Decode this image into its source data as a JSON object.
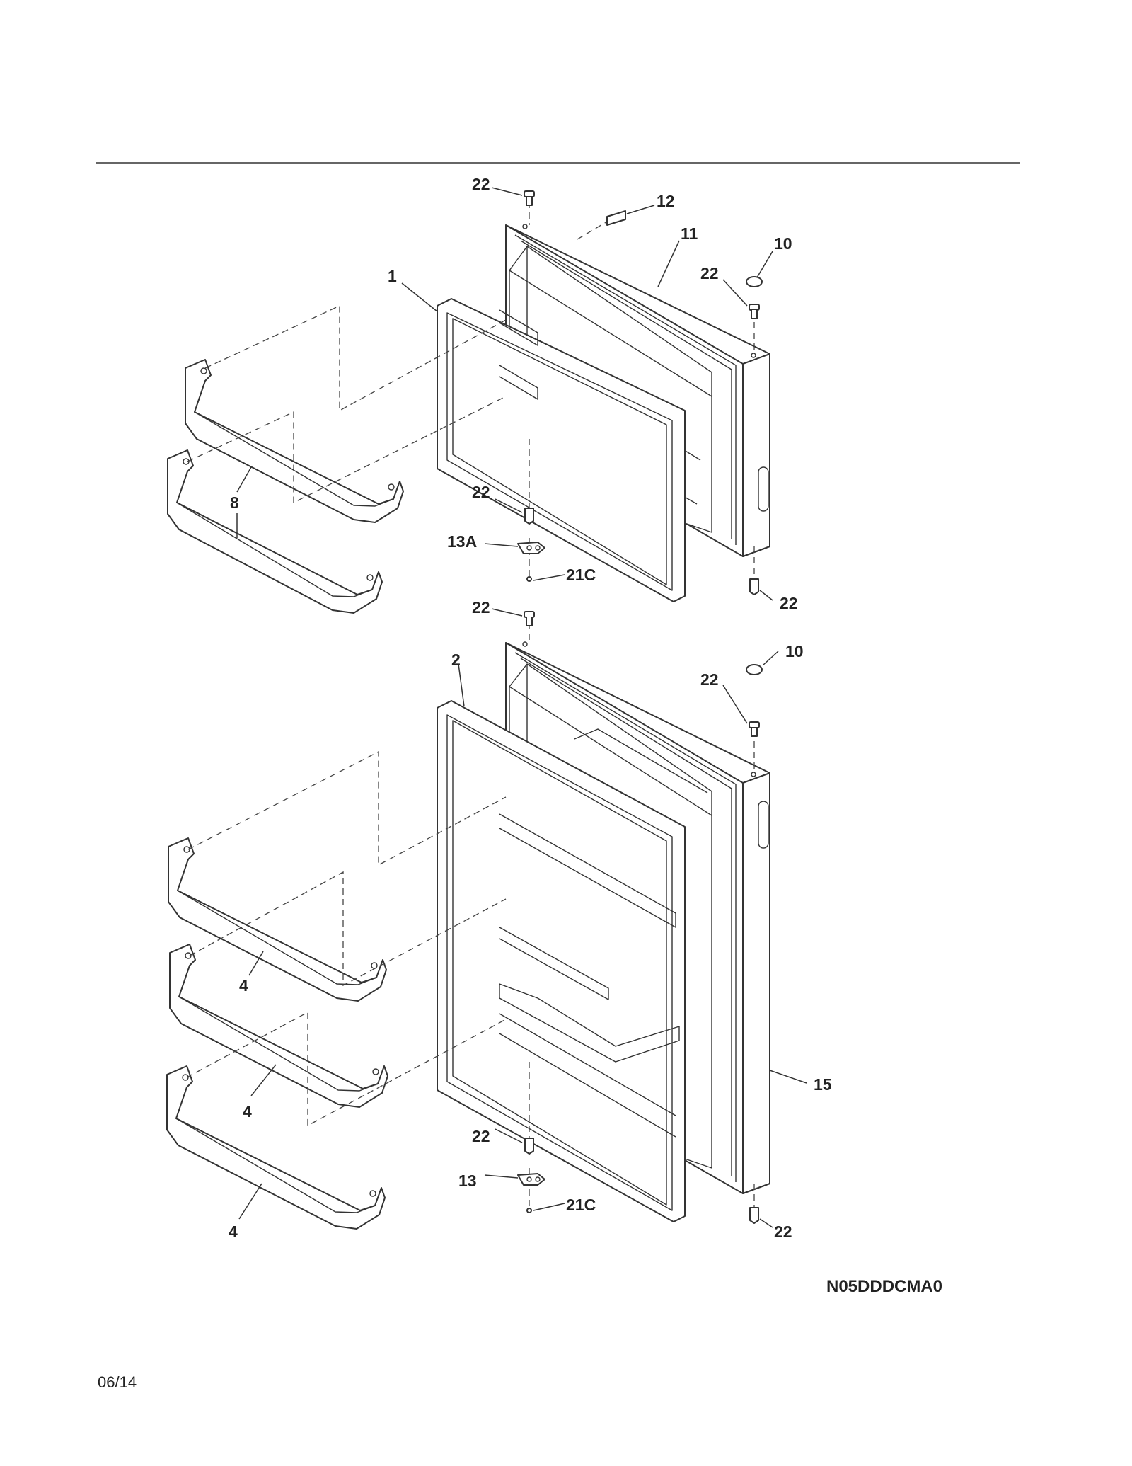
{
  "document": {
    "diagram_code": "N05DDDCMA0",
    "date": "06/14"
  },
  "callouts": [
    {
      "id": "c22a",
      "label": "22"
    },
    {
      "id": "c12",
      "label": "12"
    },
    {
      "id": "c11",
      "label": "11"
    },
    {
      "id": "c10a",
      "label": "10"
    },
    {
      "id": "c22b",
      "label": "22"
    },
    {
      "id": "c1",
      "label": "1"
    },
    {
      "id": "c8",
      "label": "8"
    },
    {
      "id": "c22c",
      "label": "22"
    },
    {
      "id": "c13a",
      "label": "13A"
    },
    {
      "id": "c21ca",
      "label": "21C"
    },
    {
      "id": "c22d",
      "label": "22"
    },
    {
      "id": "c22e",
      "label": "22"
    },
    {
      "id": "c2",
      "label": "2"
    },
    {
      "id": "c10b",
      "label": "10"
    },
    {
      "id": "c22f",
      "label": "22"
    },
    {
      "id": "c4a",
      "label": "4"
    },
    {
      "id": "c4b",
      "label": "4"
    },
    {
      "id": "c4c",
      "label": "4"
    },
    {
      "id": "c15",
      "label": "15"
    },
    {
      "id": "c22g",
      "label": "22"
    },
    {
      "id": "c13",
      "label": "13"
    },
    {
      "id": "c21cb",
      "label": "21C"
    },
    {
      "id": "c22h",
      "label": "22"
    }
  ]
}
